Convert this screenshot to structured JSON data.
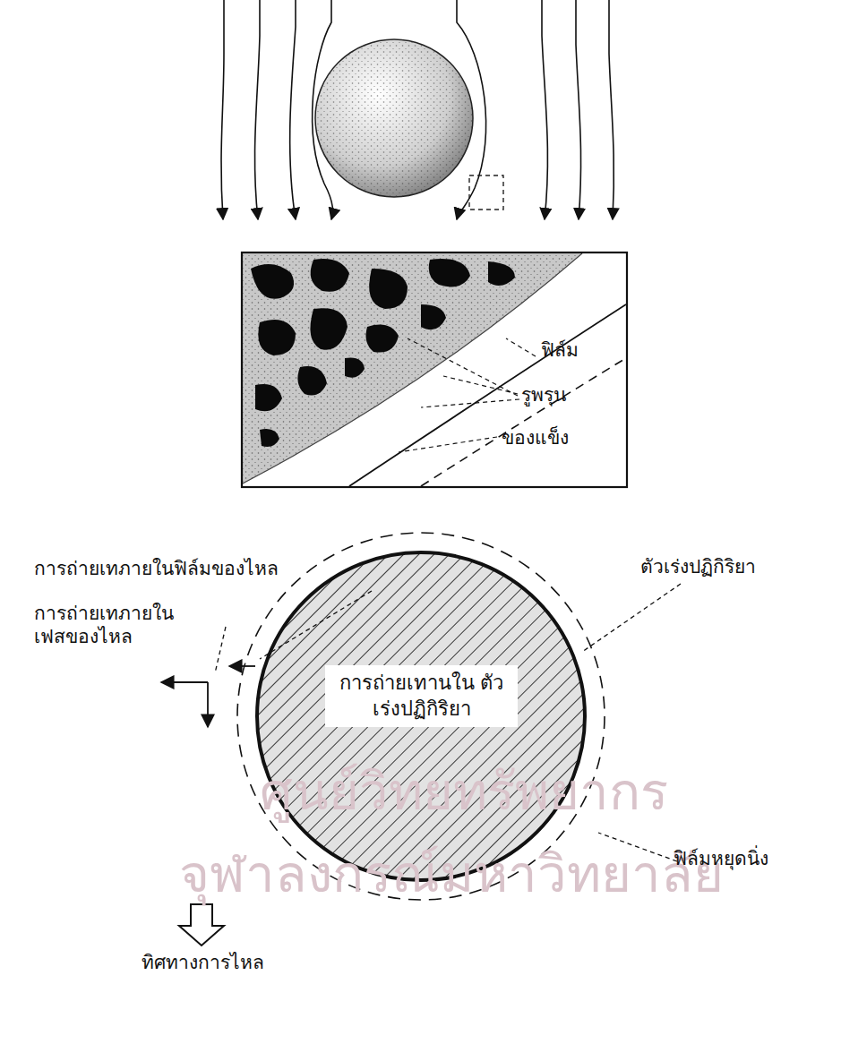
{
  "diagram": {
    "nodes": [
      {
        "text": [
          "การถ่ายเทานใน ตัวเร่งปฏิกิริยา"
        ]
      }
    ],
    "labels": [
      "ฟิล์ม",
      "รูพรุน",
      "ของแข็ง",
      "การถ่ายเทภายในฟิล์มของไหล",
      "ตัวเร่งปฏิกิริยา",
      "การถ่ายเทภายใน เฟสของไหล",
      "ศูนย์วิทยทรัพยากร",
      "จุฬาลงกรณ์มหาวิทยาลัย",
      "ฟิล์มหยุดนิ่ง",
      "ทิศทางการไหล"
    ]
  }
}
